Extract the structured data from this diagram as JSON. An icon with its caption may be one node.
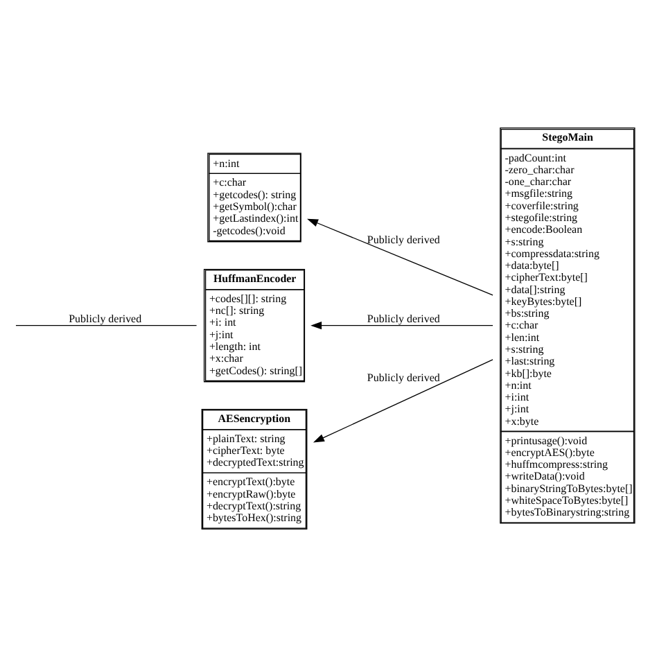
{
  "diagram": {
    "nodes": [
      {
        "text": [
          "+n:int",
          "+c:char",
          "+getcodes(): string",
          "+getSymbol():char",
          "+getLastindex():int",
          "-getcodes():void"
        ]
      },
      {
        "text": [
          "StegoMain",
          "-padCount:int",
          "-zero_char:char",
          "-one_char:char",
          "+msgfile:string",
          "+coverfile:string",
          "+stegofile:string",
          "+encode:Boolean",
          "+s:string",
          "+compressdata:string",
          "+data:byte[]",
          "+cipherText:byte[]",
          "+data[]:string",
          "+keyBytes:byte[]",
          "+bs:string",
          "+c:char",
          "+len:int",
          "+s:string",
          "+last:string",
          "+kb[]:byte",
          "+n:int",
          "+i:int",
          "+j:int",
          "+x:byte",
          "+printusage():void",
          "+encryptAES():byte",
          "+huffmcompress:string",
          "+writeData():void",
          "+binaryStringToBytes:byte[]",
          "+whiteSpaceToBytes:byte[]",
          "+bytesToBinarystring:string"
        ]
      },
      {
        "text": [
          "HuffmanEncoder",
          "+codes[][]: string",
          "+nc[]: string",
          "+i: int",
          "+j:int",
          "+length: int",
          "+x:char",
          "+getCodes(): string[]"
        ]
      },
      {
        "text": [
          "AESencryption",
          "+plainText: string",
          "+cipherText: byte",
          "+decryptedText:string",
          "+encryptText():byte",
          "+encryptRaw():byte",
          "+decryptText():string",
          "+bytesToHex():string"
        ]
      }
    ],
    "edges": [
      {
        "from": 2,
        "to": null,
        "arrow": "none",
        "label": "Publicly derived"
      },
      {
        "from": 1,
        "to": 0,
        "arrow": "to",
        "label": "Publicly derived"
      },
      {
        "from": 1,
        "to": 2,
        "arrow": "to",
        "label": "Publicly derived"
      },
      {
        "from": 1,
        "to": 3,
        "arrow": "to",
        "label": "Publicly derived"
      }
    ]
  }
}
